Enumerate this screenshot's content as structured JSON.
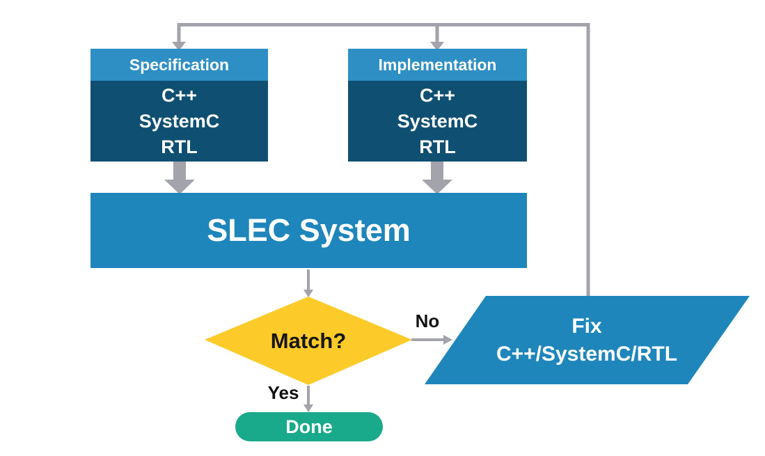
{
  "diagram": {
    "type": "flowchart",
    "description": "SLEC System equivalence-checking flow"
  },
  "colors": {
    "light_blue": "#2E8FC4",
    "dark_blue": "#0F4F72",
    "mid_blue": "#1E86BB",
    "yellow": "#FCCB2A",
    "green": "#19A98B",
    "gray": "#A2A3AB",
    "white": "#FFFFFF",
    "black": "#161616"
  },
  "nodes": {
    "specification": {
      "header": "Specification",
      "lines": [
        "C++",
        "SystemC",
        "RTL"
      ]
    },
    "implementation": {
      "header": "Implementation",
      "lines": [
        "C++",
        "SystemC",
        "RTL"
      ]
    },
    "slec_system": {
      "label": "SLEC System"
    },
    "match": {
      "label": "Match?"
    },
    "fix": {
      "lines": [
        "Fix",
        "C++/SystemC/RTL"
      ]
    },
    "done": {
      "label": "Done"
    }
  },
  "edge_labels": {
    "no": "No",
    "yes": "Yes"
  }
}
